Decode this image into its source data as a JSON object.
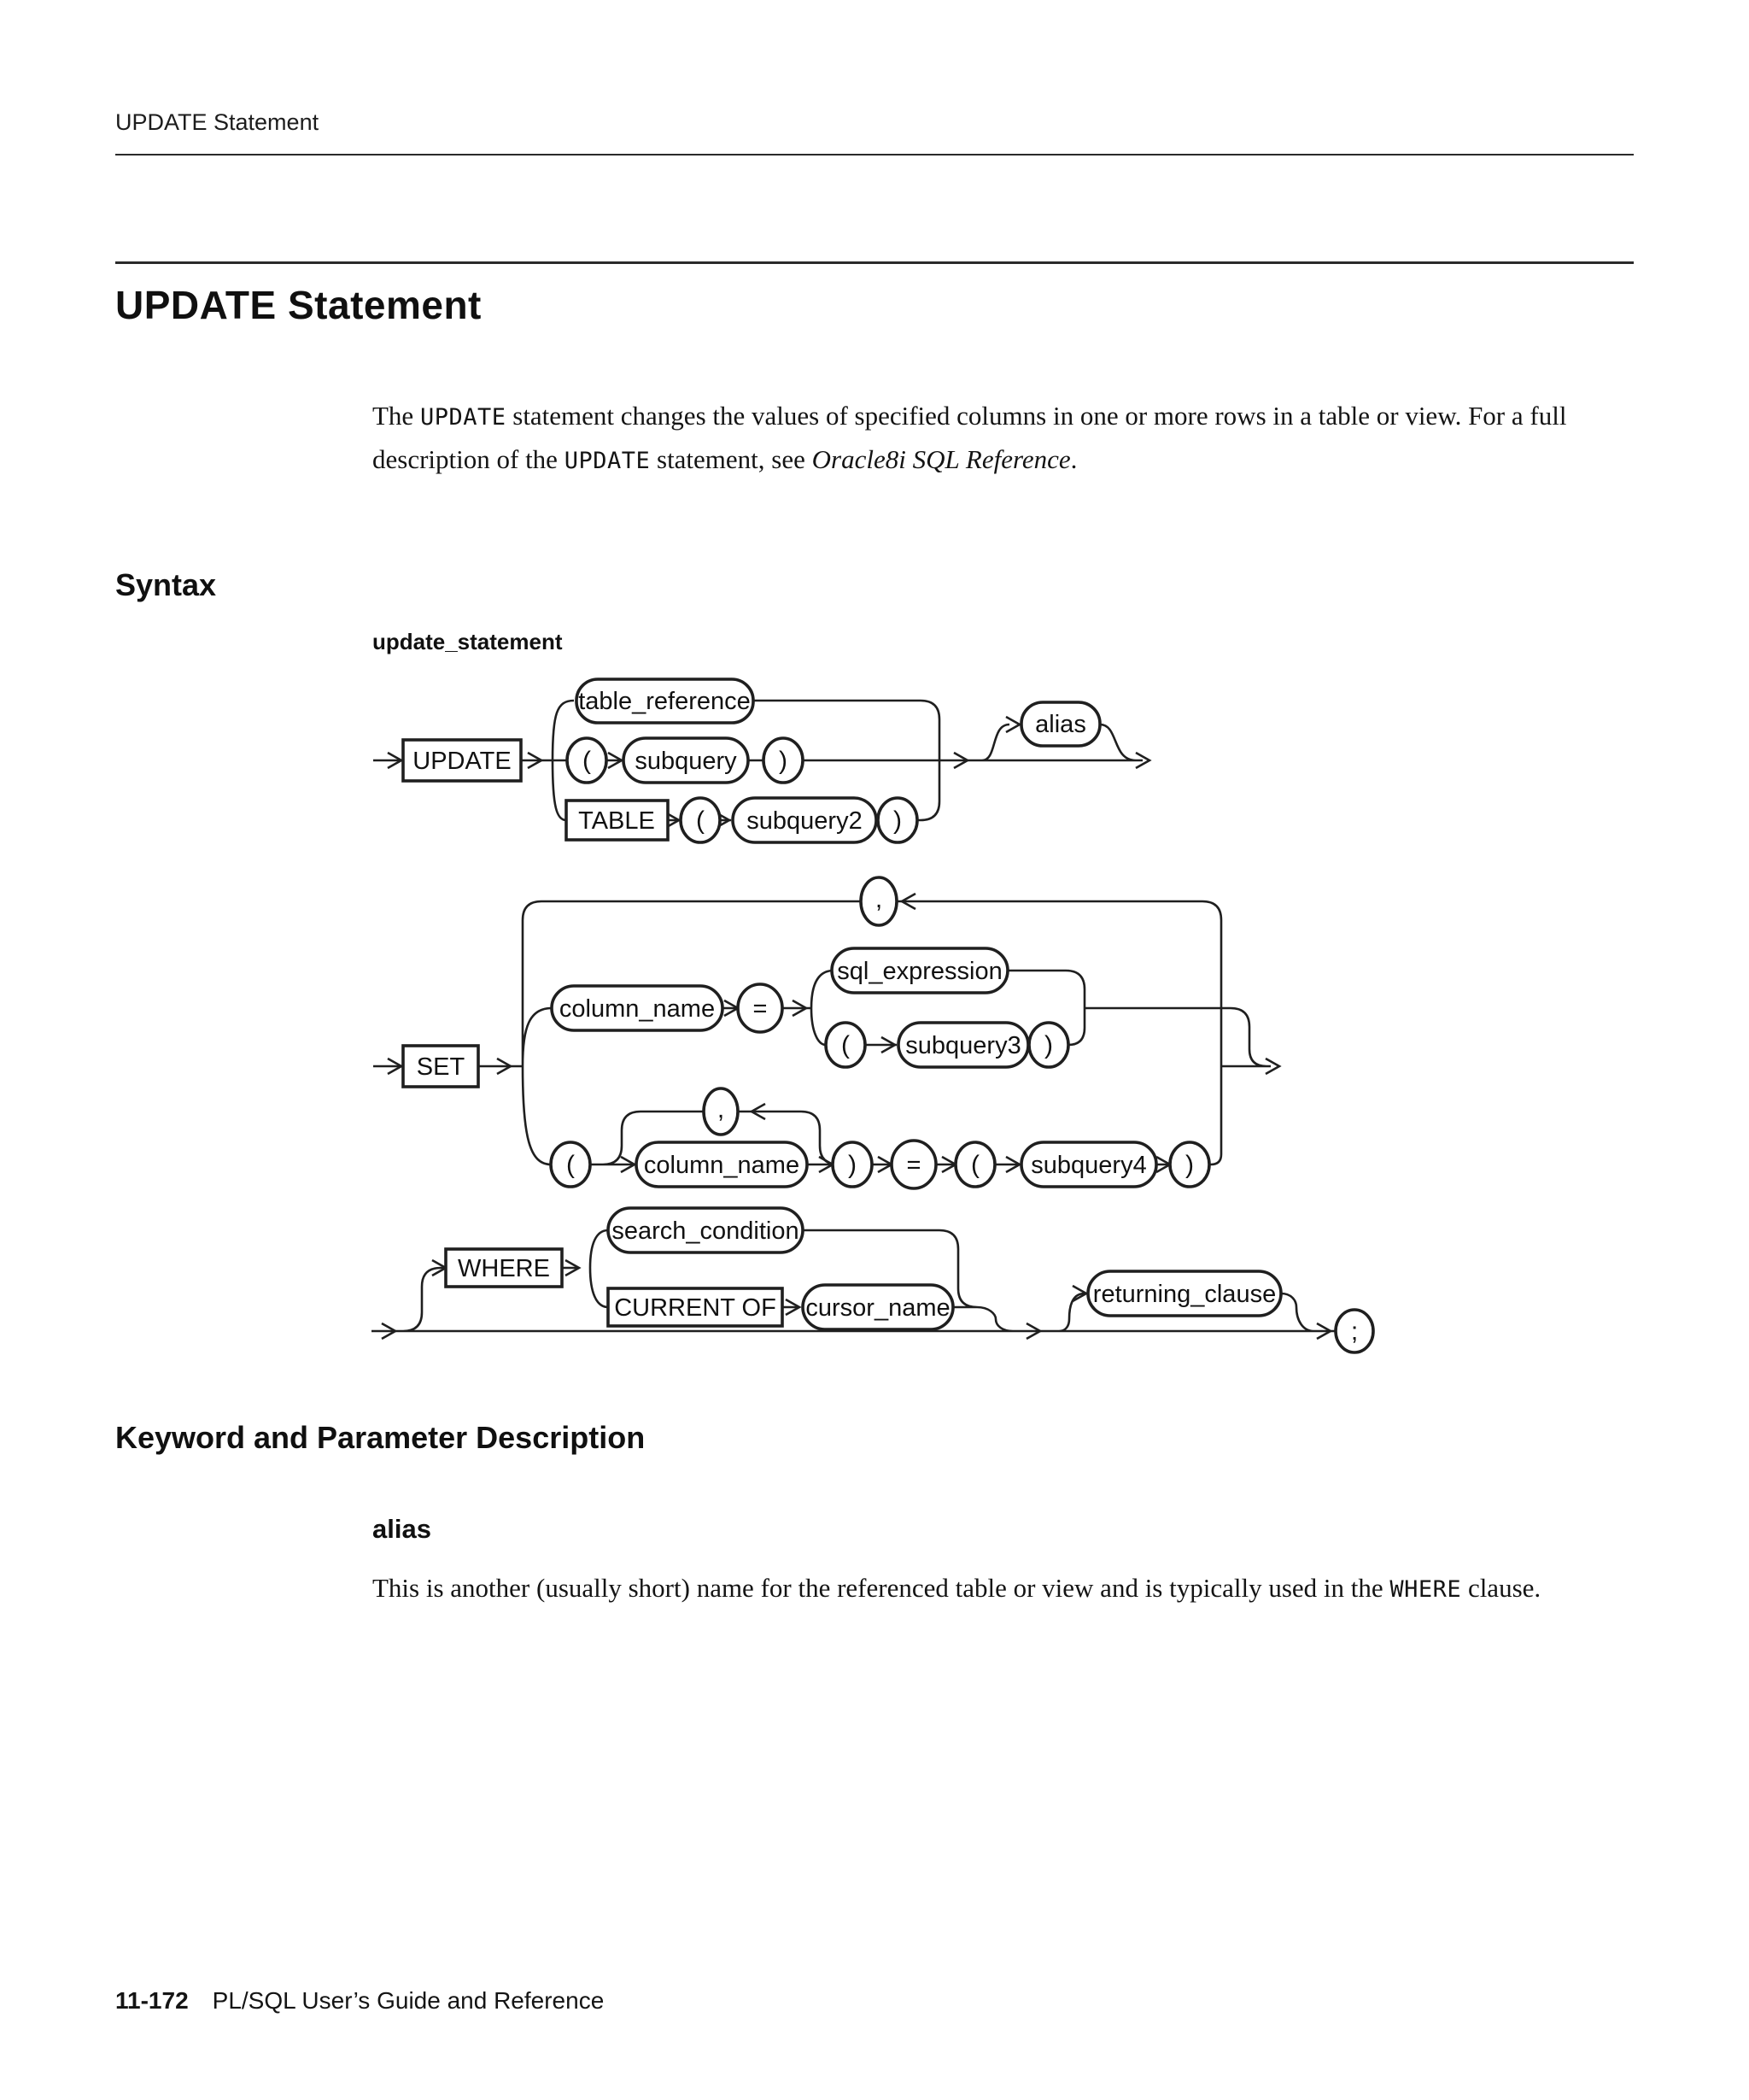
{
  "page": {
    "running_header": "UPDATE Statement",
    "title": "UPDATE Statement",
    "intro": {
      "t1": "The ",
      "c1": "UPDATE",
      "t2": " statement changes the values of specified columns in one or more rows in a table or view. For a full description of the ",
      "c2": "UPDATE",
      "t3": " statement, see ",
      "em": "Oracle8i SQL Reference",
      "t4": "."
    },
    "syntax_heading": "Syntax",
    "diagram_title": "update_statement",
    "keyword_heading": "Keyword and Parameter Description",
    "alias": {
      "heading": "alias",
      "t1": "This is another (usually short) name for the referenced table or view and is typically used in the ",
      "c1": "WHERE",
      "t2": " clause."
    },
    "footer": {
      "page_number": "11-172",
      "book_title": "PL/SQL User’s Guide and Reference"
    }
  },
  "diagram": {
    "n": {
      "update": "UPDATE",
      "table_reference": "table_reference",
      "subquery": "subquery",
      "table": "TABLE",
      "subquery2": "subquery2",
      "alias": "alias",
      "set": "SET",
      "column_name": "column_name",
      "eq": "=",
      "sql_expression": "sql_expression",
      "subquery3": "subquery3",
      "subquery4": "subquery4",
      "where": "WHERE",
      "search_condition": "search_condition",
      "current_of": "CURRENT OF",
      "cursor_name": "cursor_name",
      "returning_clause": "returning_clause",
      "lparen": "(",
      "rparen": ")",
      "comma": ",",
      "semicolon": ";"
    }
  }
}
